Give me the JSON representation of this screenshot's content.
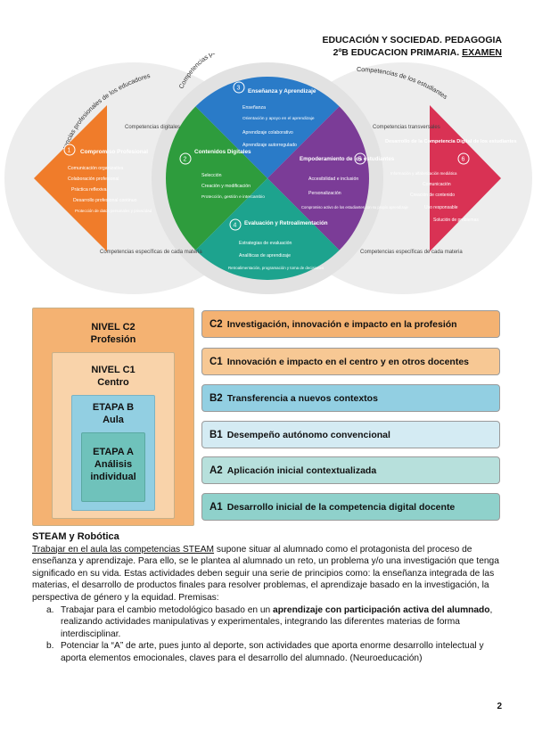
{
  "header": {
    "line1": "EDUCACIÓN Y SOCIEDAD. PEDAGOGIA",
    "line2": "2ºB EDUCACION PRIMARIA.",
    "line2_u": "EXAMEN"
  },
  "wheel": {
    "arcs": [
      "Competencias profesionales de los educadores",
      "Competencias pedagógicas de los educadores",
      "Competencias de los estudiantes"
    ],
    "side_labels": [
      "Competencias digitales",
      "Competencias transversales",
      "Competencias específicas de cada materia",
      "Competencias específicas de cada materia"
    ],
    "sections": [
      {
        "num": "1",
        "title": "Compromiso Profesional",
        "color": "#f07c2a",
        "items": [
          "Comunicación organizativa",
          "Colaboración profesional",
          "Práctica reflexiva",
          "Desarrollo profesional continuo",
          "Protección de datos personales y privacidad"
        ]
      },
      {
        "num": "2",
        "title": "Contenidos Digitales",
        "color": "#2e9c3d",
        "items": [
          "Selección",
          "Creación y modificación",
          "Protección, gestión e intercambio"
        ]
      },
      {
        "num": "3",
        "title": "Enseñanza y Aprendizaje",
        "color": "#2a7bc8",
        "items": [
          "Enseñanza",
          "Orientación y apoyo en el aprendizaje",
          "Aprendizaje colaborativo",
          "Aprendizaje autorregulado"
        ]
      },
      {
        "num": "4",
        "title": "Evaluación y Retroalimentación",
        "color": "#1da38e",
        "items": [
          "Estrategias de evaluación",
          "Analíticas de aprendizaje",
          "Retroalimentación, programación y toma de decisiones"
        ]
      },
      {
        "num": "5",
        "title": "Empoderamiento de los estudiantes",
        "color": "#7b3c97",
        "items": [
          "Accesibilidad e inclusión",
          "Personalización",
          "Compromiso activo de los estudiantes con su propio aprendizaje"
        ]
      },
      {
        "num": "6",
        "title": "Desarrollo de la Competencia Digital de los estudiantes",
        "color": "#d93254",
        "items": [
          "Información y alfabetización mediática",
          "Comunicación",
          "Creación de contenido",
          "Uso responsable",
          "Solución de problemas"
        ]
      }
    ]
  },
  "levels": {
    "c2": {
      "title": "NIVEL C2",
      "sub": "Profesión"
    },
    "c1": {
      "title": "NIVEL C1",
      "sub": "Centro"
    },
    "b": {
      "title": "ETAPA B",
      "sub": "Aula"
    },
    "a": {
      "title": "ETAPA A",
      "sub": "Análisis individual"
    },
    "bars": [
      {
        "code": "C2",
        "text": "Investigación, innovación e impacto en la profesión",
        "color": "#f4b272"
      },
      {
        "code": "C1",
        "text": "Innovación e impacto en el centro y en otros docentes",
        "color": "#f7c894"
      },
      {
        "code": "B2",
        "text": "Transferencia a nuevos contextos",
        "color": "#92cfe2"
      },
      {
        "code": "B1",
        "text": "Desempeño autónomo convencional",
        "color": "#d4ebf3"
      },
      {
        "code": "A2",
        "text": "Aplicación inicial contextualizada",
        "color": "#b7e0dc"
      },
      {
        "code": "A1",
        "text": "Desarrollo inicial de la competencia digital docente",
        "color": "#8fd1cb"
      }
    ]
  },
  "body": {
    "heading": "STEAM y Robótica",
    "p_u": "Trabajar en el aula las competencias STEAM",
    "p_rest": " supone situar al alumnado como el protagonista del proceso de enseñanza y aprendizaje. Para ello, se le plantea al alumnado un reto, un problema y/o una investigación que tenga significado en su vida. Estas actividades deben seguir una serie de principios como: la enseñanza integrada de las materias, el desarrollo de productos finales para resolver problemas, el aprendizaje basado en la investigación, la perspectiva de género y la equidad. Premisas:",
    "item_a_mark": "a.",
    "item_a_1": "Trabajar para el cambio metodológico basado en un ",
    "item_a_b": "aprendizaje con participación activa del alumnado",
    "item_a_2": ", realizando actividades manipulativas y experimentales, integrando las diferentes materias de forma interdisciplinar.",
    "item_b_mark": "b.",
    "item_b": "Potenciar la “A” de arte, pues junto al deporte, son actividades que aporta enorme desarrollo intelectual y aporta elementos emocionales, claves para el desarrollo del alumnado. (Neuroeducación)"
  },
  "page_number": "2"
}
